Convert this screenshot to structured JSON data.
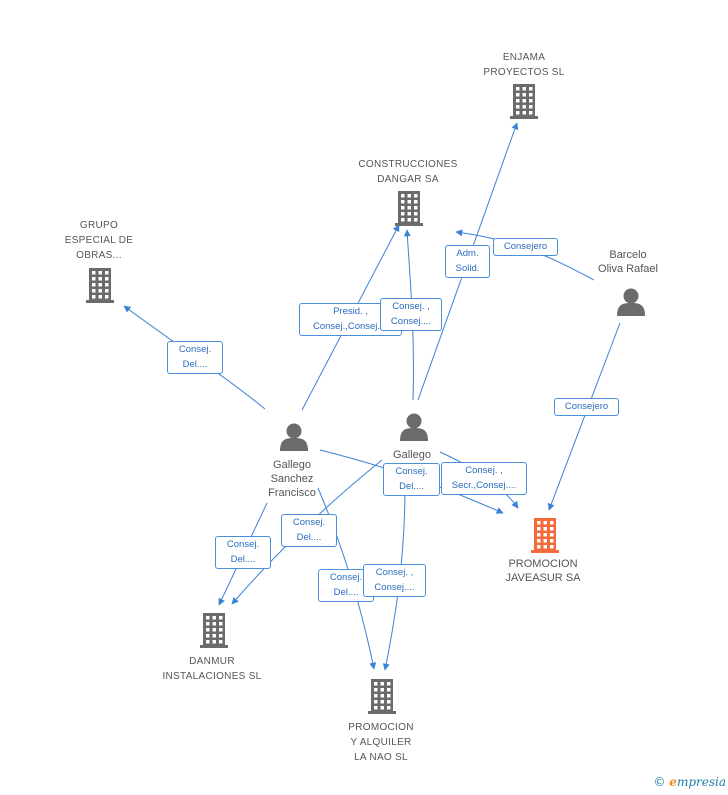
{
  "colors": {
    "edge": "#3a82d6",
    "icon": "#6b6b6b",
    "highlight": "#f26b3a",
    "label_text": "#555555"
  },
  "nodes": [
    {
      "id": "enjama",
      "kind": "company",
      "label": "ENJAMA\nPROYECTOS SL",
      "icon": "building-icon"
    },
    {
      "id": "construcciones",
      "kind": "company",
      "label": "CONSTRUCCIONES\nDANGAR SA",
      "icon": "building-icon"
    },
    {
      "id": "grupo",
      "kind": "company",
      "label": "GRUPO\nESPECIAL DE\nOBRAS...",
      "icon": "building-icon"
    },
    {
      "id": "barcelo",
      "kind": "person",
      "label": "Barcelo\nOliva Rafael",
      "icon": "person-icon"
    },
    {
      "id": "gallego_sf",
      "kind": "person",
      "label": "Gallego\nSanchez\nFrancisco",
      "icon": "person-icon"
    },
    {
      "id": "gallego2",
      "kind": "person",
      "label": "Gallego",
      "icon": "person-icon"
    },
    {
      "id": "javeasur",
      "kind": "highlight",
      "label": "PROMOCION\nJAVEASUR SA",
      "icon": "building-icon"
    },
    {
      "id": "danmur",
      "kind": "company",
      "label": "DANMUR\nINSTALACIONES SL",
      "icon": "building-icon"
    },
    {
      "id": "nao",
      "kind": "company",
      "label": "PROMOCION\nY ALQUILER\nLA NAO SL",
      "icon": "building-icon"
    }
  ],
  "edges": [
    {
      "from": "gallego2",
      "to": "enjama",
      "label": "Adm.\nSolid."
    },
    {
      "from": "barcelo",
      "to": "construcciones",
      "label": "Consejero"
    },
    {
      "from": "gallego_sf",
      "to": "construcciones",
      "label": "Presid. ,\nConsej.,Consej...."
    },
    {
      "from": "gallego2",
      "to": "construcciones",
      "label": "Consej. ,\nConsej...."
    },
    {
      "from": "gallego_sf",
      "to": "grupo",
      "label": "Consej.\nDel...."
    },
    {
      "from": "barcelo",
      "to": "javeasur",
      "label": "Consejero"
    },
    {
      "from": "gallego_sf",
      "to": "javeasur",
      "label": "Consej.\nDel...."
    },
    {
      "from": "gallego2",
      "to": "javeasur",
      "label": "Consej. ,\nSecr.,Consej...."
    },
    {
      "from": "gallego_sf",
      "to": "danmur",
      "label": "Consej.\nDel...."
    },
    {
      "from": "gallego2",
      "to": "danmur",
      "label": "Consej.\nDel...."
    },
    {
      "from": "gallego_sf",
      "to": "nao",
      "label": "Consej.\nDel...."
    },
    {
      "from": "gallego2",
      "to": "nao",
      "label": "Consej. ,\nConsej...."
    }
  ],
  "footer": {
    "copyright": "©",
    "brand_initial": "e",
    "brand_rest": "mpresia"
  }
}
